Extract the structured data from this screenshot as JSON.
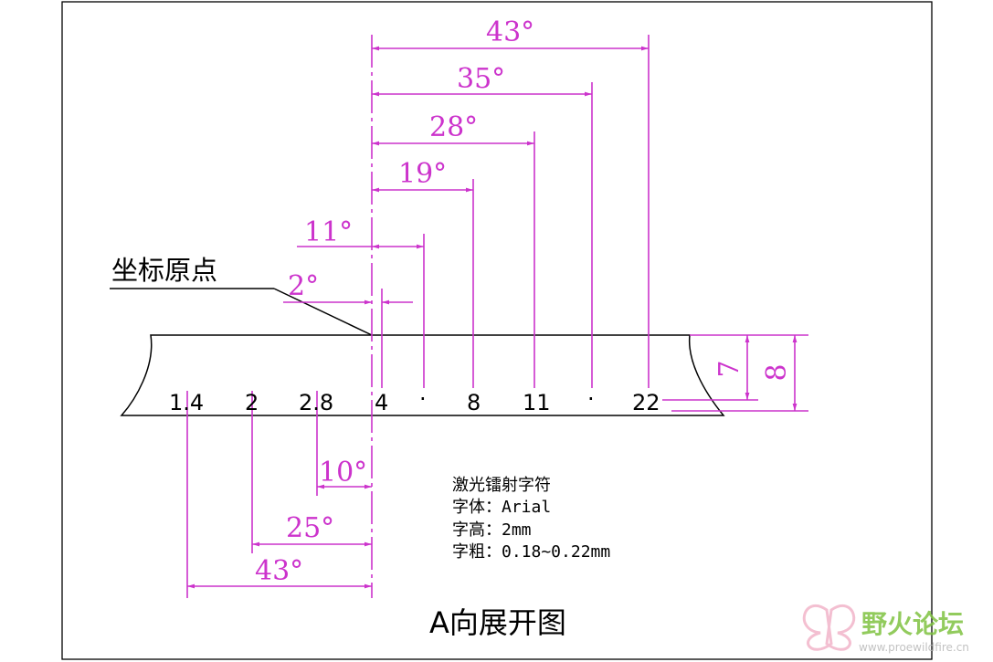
{
  "origin_label": "坐标原点",
  "marks": [
    "1.4",
    "2",
    "2.8",
    "4",
    "·",
    "8",
    "11",
    "·",
    "22"
  ],
  "upper_angles": [
    "2°",
    "11°",
    "19°",
    "28°",
    "35°",
    "43°"
  ],
  "lower_angles": [
    "10°",
    "25°",
    "43°"
  ],
  "heights": [
    "7",
    "8"
  ],
  "note": {
    "title": "激光镭射字符",
    "font": "字体：Arial",
    "height": "字高：2mm",
    "stroke": "字粗：0.18~0.22mm"
  },
  "view_title": "A向展开图",
  "watermark": {
    "name": "野火论坛",
    "url": "www.proewildfire.cn",
    "colors": {
      "accent": "#7fc241",
      "magenta": "#cc33cc"
    }
  }
}
